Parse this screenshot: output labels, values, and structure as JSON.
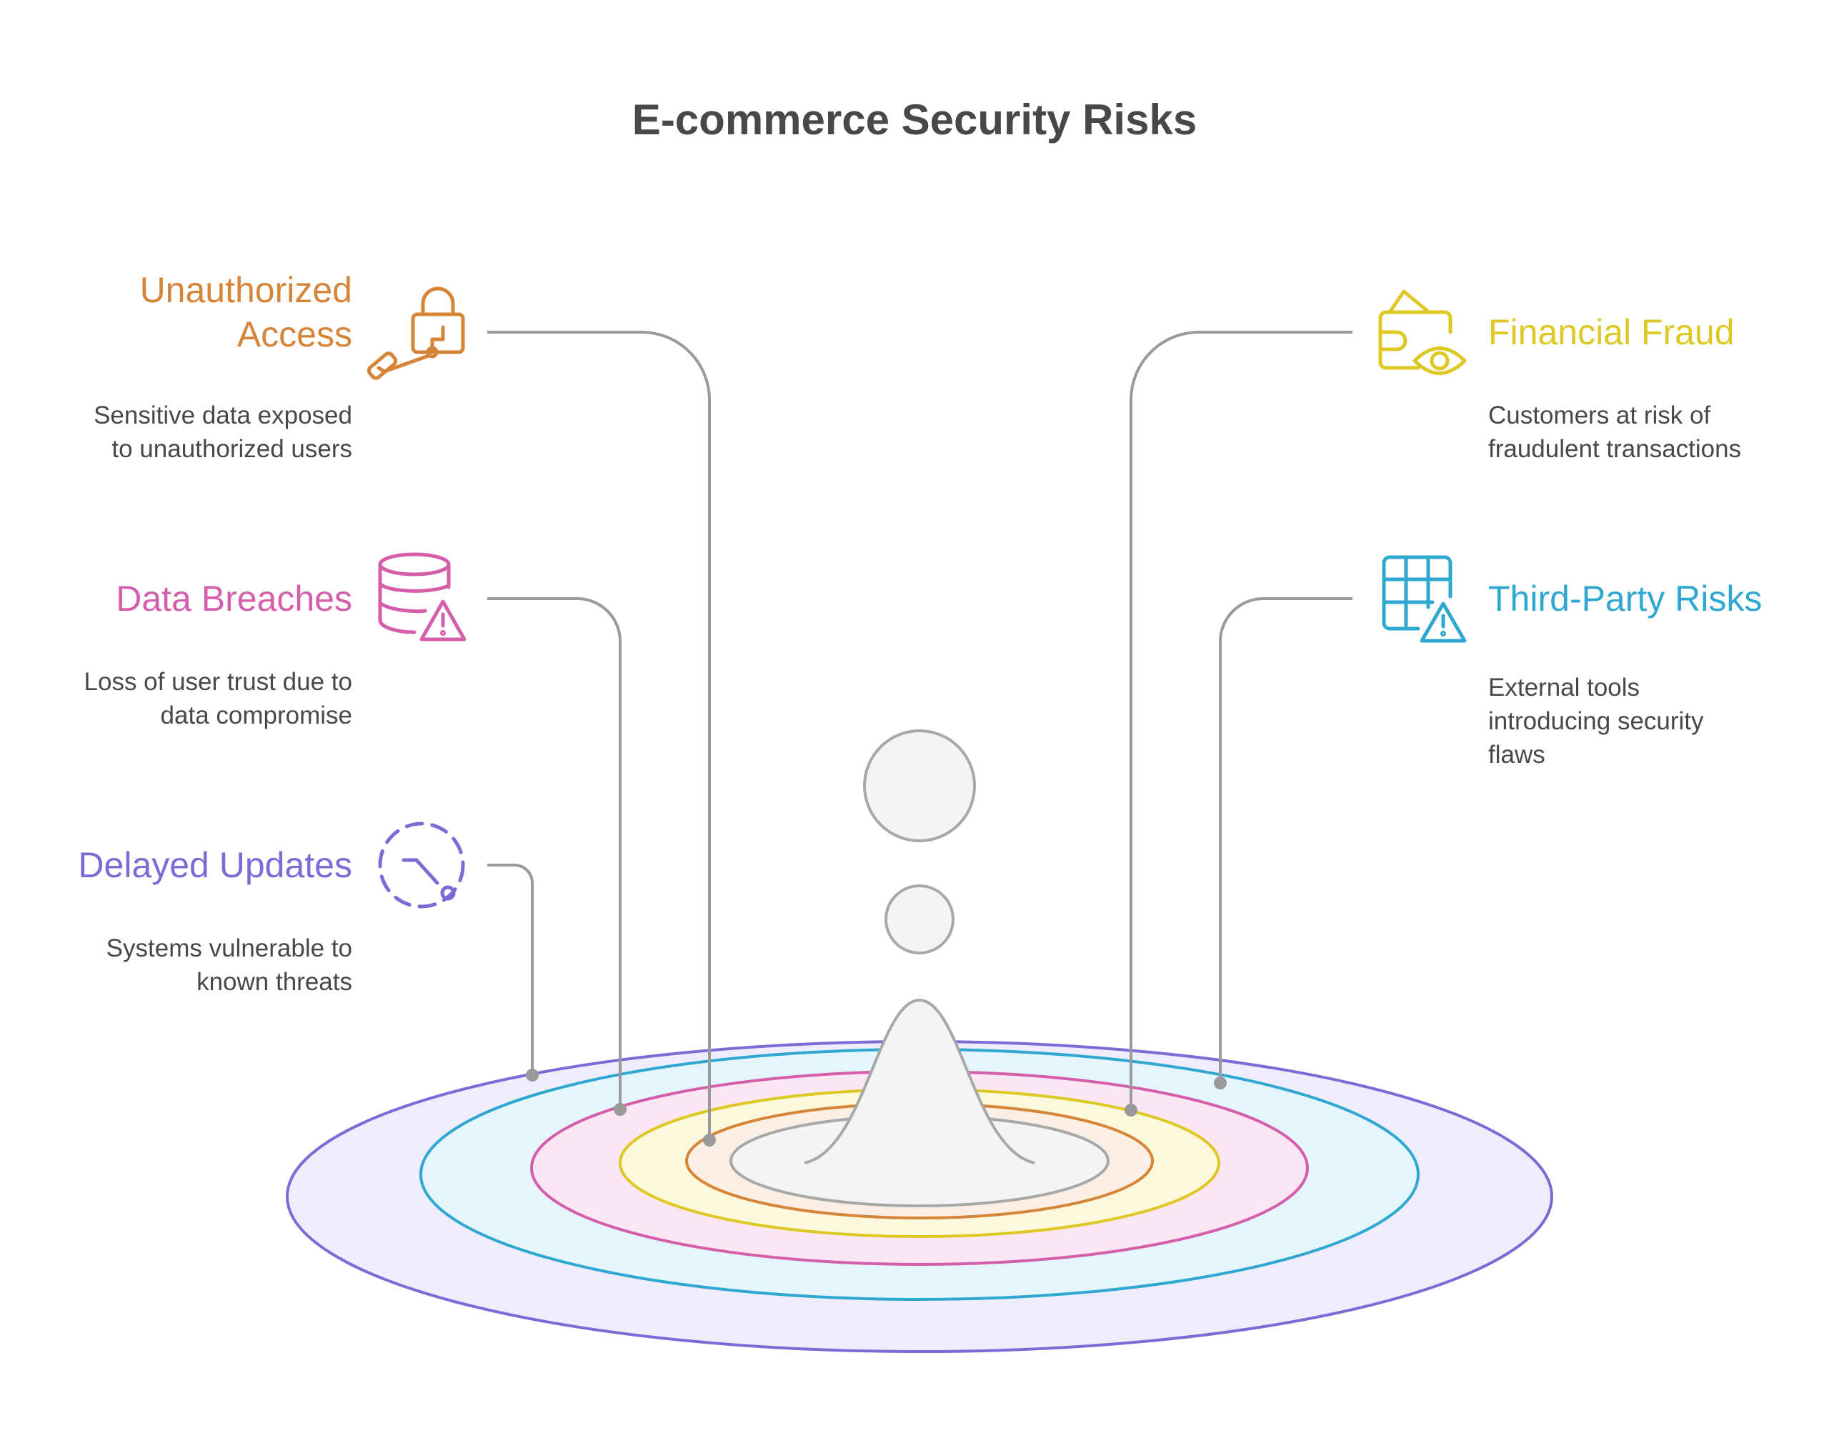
{
  "title": "E-commerce Security Risks",
  "colors": {
    "unauthorized_access": "#D68438",
    "data_breaches": "#D45EA9",
    "delayed_updates": "#7E6AD6",
    "financial_fraud": "#DDC824",
    "third_party_risks": "#2EA8D1",
    "connector": "#9A9A9A",
    "text": "#484848"
  },
  "items": {
    "unauthorized_access": {
      "title": "Unauthorized Access",
      "title_lines": [
        "Unauthorized",
        "Access"
      ],
      "desc": [
        "Sensitive data exposed",
        "to unauthorized users"
      ],
      "icon": "lock-key-icon"
    },
    "data_breaches": {
      "title": "Data Breaches",
      "desc": [
        "Loss of user trust due to",
        "data compromise"
      ],
      "icon": "database-warning-icon"
    },
    "delayed_updates": {
      "title": "Delayed Updates",
      "desc": [
        "Systems vulnerable to",
        "known threats"
      ],
      "icon": "dashed-clock-icon"
    },
    "financial_fraud": {
      "title": "Financial Fraud",
      "desc": [
        "Customers at risk of",
        "fraudulent transactions"
      ],
      "icon": "wallet-eye-icon"
    },
    "third_party_risks": {
      "title": "Third-Party Risks",
      "desc": [
        "External tools",
        "introducing security",
        "flaws"
      ],
      "icon": "grid-warning-icon"
    }
  }
}
